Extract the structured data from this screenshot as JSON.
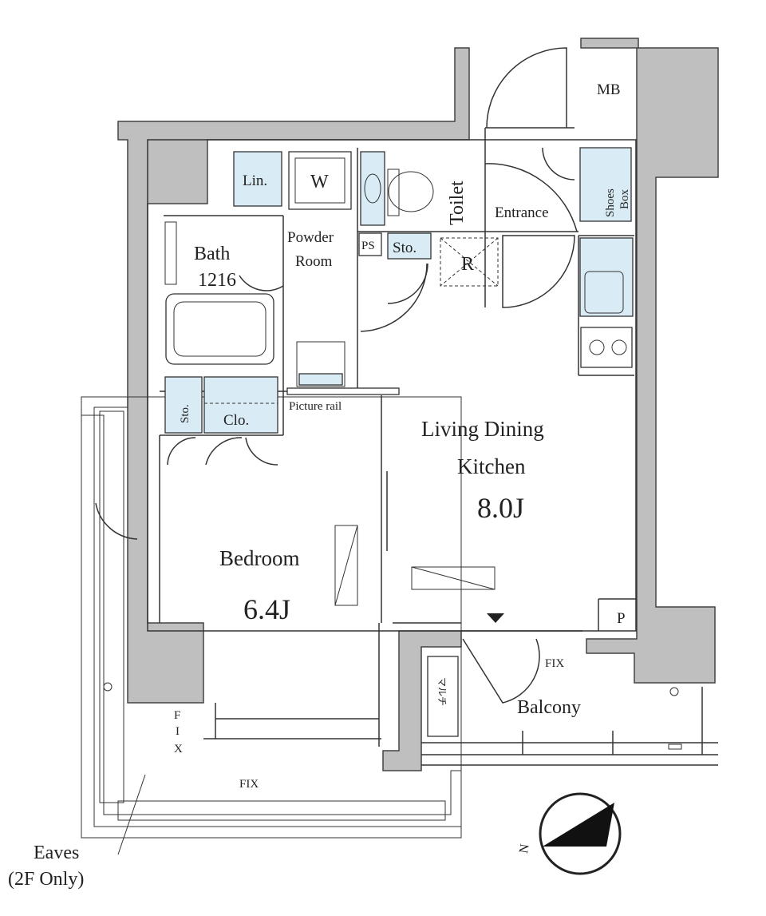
{
  "rooms": {
    "ldk_line1": "Living Dining",
    "ldk_line2": "Kitchen",
    "ldk_size": "8.0J",
    "bedroom": "Bedroom",
    "bedroom_size": "6.4J",
    "bath": "Bath",
    "bath_size": "1216",
    "powder_line1": "Powder",
    "powder_line2": "Room",
    "toilet": "Toilet",
    "entrance": "Entrance",
    "balcony": "Balcony"
  },
  "fixtures": {
    "mb": "MB",
    "shoes_line1": "Shoes",
    "shoes_line2": "Box",
    "lin": "Lin.",
    "washer": "W",
    "ps": "PS",
    "sto_top": "Sto.",
    "refrigerator": "R",
    "sto_left": "Sto.",
    "clo": "Clo.",
    "picture_rail": "Picture rail",
    "p": "P",
    "fix_balcony": "FIX",
    "fix_bottom": "FIX",
    "fix_side_1": "F",
    "fix_side_2": "I",
    "fix_side_3": "X",
    "multi": "マルチ"
  },
  "eaves": {
    "line1": "Eaves",
    "line2": "(2F Only)"
  },
  "colors": {
    "wall": "#bfbfbf",
    "fixture_fill": "#d9ecf5",
    "line": "#333333"
  }
}
